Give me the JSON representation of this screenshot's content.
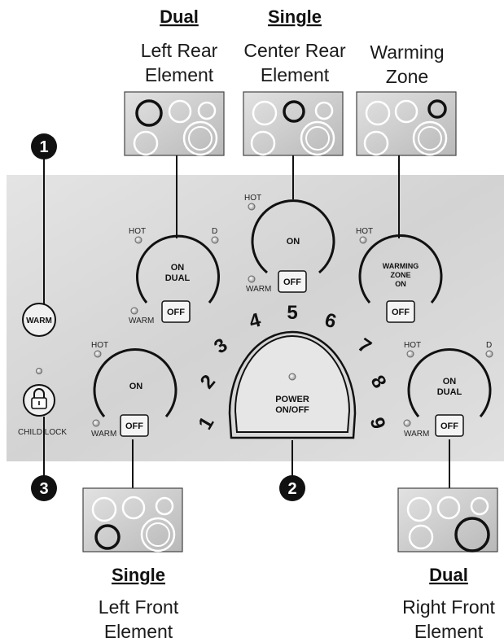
{
  "labels": {
    "left_rear": {
      "type": "Dual",
      "line1": "Left Rear",
      "line2": "Element"
    },
    "center_rear": {
      "type": "Single",
      "line1": "Center Rear",
      "line2": "Element"
    },
    "warming": {
      "line1": "Warming",
      "line2": "Zone"
    },
    "left_front": {
      "type": "Single",
      "line1": "Left Front",
      "line2": "Element"
    },
    "right_front": {
      "type": "Dual",
      "line1": "Right Front",
      "line2": "Element"
    }
  },
  "callouts": {
    "one": "1",
    "two": "2",
    "three": "3"
  },
  "indicators": {
    "hot": "HOT",
    "warm": "WARM",
    "dual": "D"
  },
  "knobs": {
    "left_rear": {
      "line1": "ON",
      "line2": "DUAL",
      "off": "OFF"
    },
    "center_rear": {
      "line1": "ON",
      "off": "OFF"
    },
    "warming_zone": {
      "line1": "WARMING",
      "line2": "ZONE",
      "line3": "ON",
      "off": "OFF"
    },
    "left_front": {
      "line1": "ON",
      "off": "OFF"
    },
    "right_front": {
      "line1": "ON",
      "line2": "DUAL",
      "off": "OFF"
    }
  },
  "warm_button": "WARM",
  "child_lock": "CHILD LOCK",
  "power": {
    "line1": "POWER",
    "line2": "ON/OFF",
    "scale": [
      "1",
      "2",
      "3",
      "4",
      "5",
      "6",
      "7",
      "8",
      "9"
    ]
  },
  "colors": {
    "panel": "#d9d9d9",
    "cooktop": "#c8c8c8",
    "ink": "#111111"
  },
  "icons": [
    "lock-icon",
    "indicator-light-icon",
    "burner-ring-icon"
  ]
}
